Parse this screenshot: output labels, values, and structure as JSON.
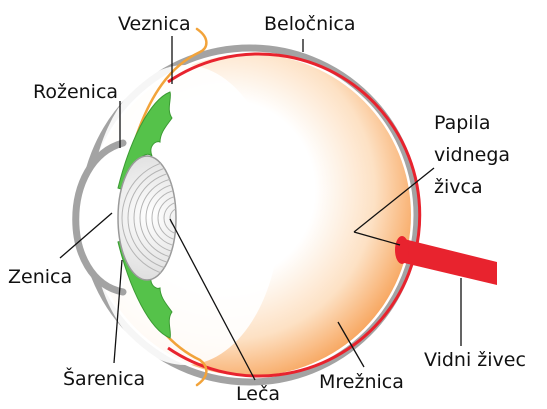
{
  "labels": {
    "conjunctiva": "Veznica",
    "sclera": "Beločnica",
    "cornea": "Roženica",
    "optic_disc": [
      "Papila",
      "vidnega",
      "živca"
    ],
    "pupil": "Zenica",
    "iris": "Šarenica",
    "lens": "Leča",
    "retina": "Mrežnica",
    "optic_nerve": "Vidni živec"
  },
  "colors": {
    "sclera": "#a8a8a8",
    "retina": "#e8232e",
    "conjunctiva": "#f2a33a",
    "iris": "#55c24a",
    "vitreous_fill": "#f7a35a",
    "optic_nerve": "#e8232e",
    "lens": "#e4e4e4"
  }
}
